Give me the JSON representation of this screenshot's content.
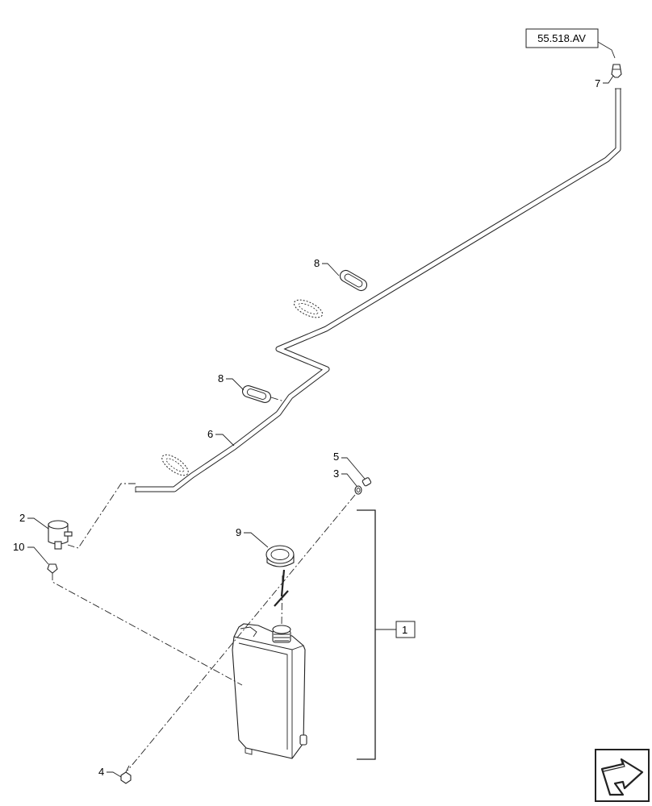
{
  "reference": "55.518.AV",
  "callouts": {
    "c1": "1",
    "c2": "2",
    "c3": "3",
    "c4": "4",
    "c5": "5",
    "c6": "6",
    "c7": "7",
    "c8a": "8",
    "c8b": "8",
    "c9": "9",
    "c10": "10"
  },
  "icons": {
    "nav": "next-page-arrow-icon"
  }
}
